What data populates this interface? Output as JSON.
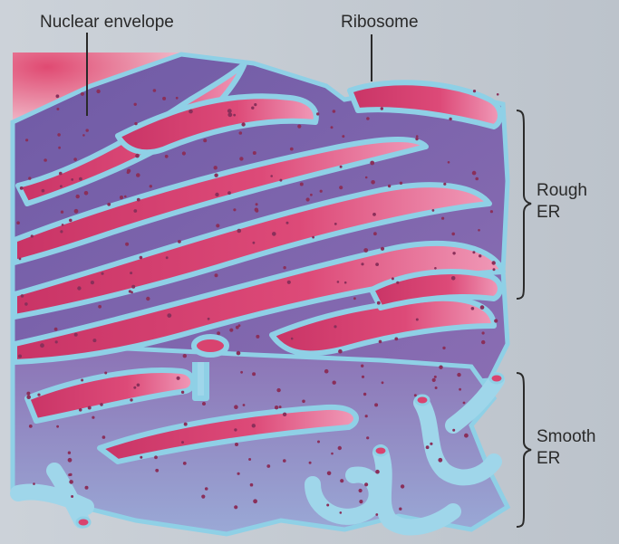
{
  "labels": {
    "nuclear_envelope": "Nuclear envelope",
    "ribosome": "Ribosome",
    "rough_er": [
      "Rough",
      "ER"
    ],
    "smooth_er": [
      "Smooth",
      "ER"
    ]
  },
  "colors": {
    "page_background": "#c9cfd6",
    "membrane_purple": "#7a62a8",
    "membrane_edge_blue": "#8fd0e6",
    "lumen_pink": "#d9436f",
    "ribosome_dot": "#8a2f5a",
    "text": "#2a2a2a"
  }
}
